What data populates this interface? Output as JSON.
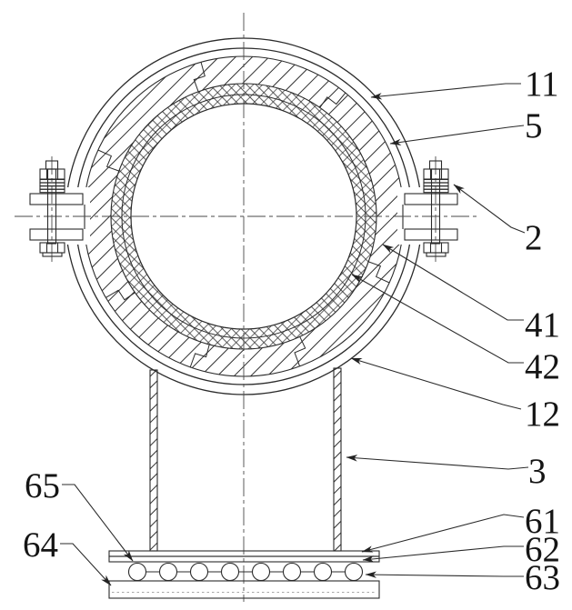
{
  "drawing": {
    "background": "#ffffff",
    "line_color": "#2b2b2b",
    "label_color": "#141414",
    "reference_numerals": [
      "11",
      "5",
      "2",
      "41",
      "42",
      "12",
      "3",
      "61",
      "62",
      "63",
      "65",
      "64"
    ]
  }
}
